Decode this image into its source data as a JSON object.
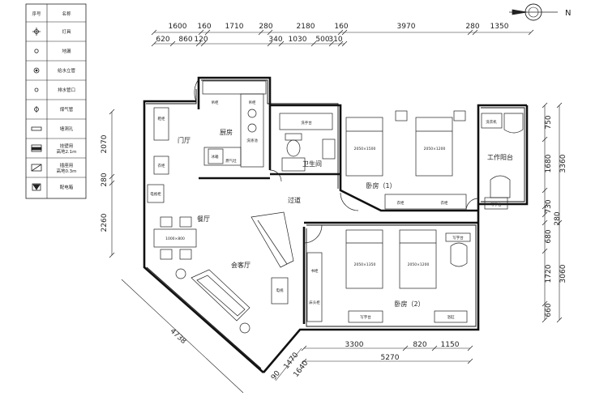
{
  "legend": {
    "header": [
      "序号",
      "名称"
    ],
    "items": [
      {
        "icon": "outlet-icon",
        "name": "灯具"
      },
      {
        "icon": "floor-drain-icon",
        "name": "地漏"
      },
      {
        "icon": "water-supply-icon",
        "name": "给水立管"
      },
      {
        "icon": "drain-icon",
        "name": "排水管口"
      },
      {
        "icon": "gas-pipe-icon",
        "name": "煤气管"
      },
      {
        "icon": "wall-vent-icon",
        "name": "墙洞孔"
      },
      {
        "icon": "high-outlet-icon",
        "name": "挂壁用",
        "note": "高地2.1m"
      },
      {
        "icon": "low-outlet-icon",
        "name": "插座用",
        "note": "高地0.3m"
      },
      {
        "icon": "distribution-box-icon",
        "name": "配电箱"
      }
    ]
  },
  "north": {
    "label": "N"
  },
  "dims": {
    "top_outer": [
      "1600",
      "160",
      "1710",
      "280",
      "2180",
      "160",
      "3970",
      "280",
      "1350"
    ],
    "top_inner": [
      "620",
      "860",
      "120",
      "340",
      "1030",
      "500",
      "310"
    ],
    "left": [
      "2070",
      "280",
      "2260"
    ],
    "right_outer": [
      "3360",
      "3060"
    ],
    "right_inner": [
      "750",
      "1680",
      "730",
      "280",
      "680",
      "1720",
      "660"
    ],
    "bottom_outer": [
      "5270"
    ],
    "bottom_inner": [
      "3300",
      "820",
      "1150"
    ],
    "diagonal": [
      "4738",
      "1470",
      "1640",
      "90"
    ]
  },
  "rooms": {
    "kitchen": "厨房",
    "foyer": "门厅",
    "bathroom": "卫生间",
    "corridor": "过道",
    "dining": "餐厅",
    "living": "会客厅",
    "bedroom1": "卧房（1）",
    "bedroom2": "卧房（2）",
    "work_balcony": "工作阳台"
  },
  "fixtures": {
    "kitchen_top_a": "吊柜",
    "kitchen_top_b": "吊柜",
    "fridge": "冰箱",
    "stove": "燃气灶",
    "sink_counter": "洗涤池",
    "shoe_cabinet": "鞋柜",
    "coat_rack": "衣柜",
    "tv_cabinet": "电视柜",
    "dining_table": "1000×800",
    "bath_cabinet": "洗手台",
    "bed1a": "2050×1500",
    "bed1b": "2050×1200",
    "bed2a": "2050×1350",
    "bed2b": "2050×1200",
    "washer": "洗衣机",
    "wardrobe1a": "衣柜",
    "wardrobe1b": "衣柜",
    "desk": "写字台",
    "desk2": "写字台",
    "desk3": "写字台",
    "shelf": "书柜",
    "nightstand": "床头柜",
    "tv2": "电视",
    "bathtub": "浴缸"
  }
}
